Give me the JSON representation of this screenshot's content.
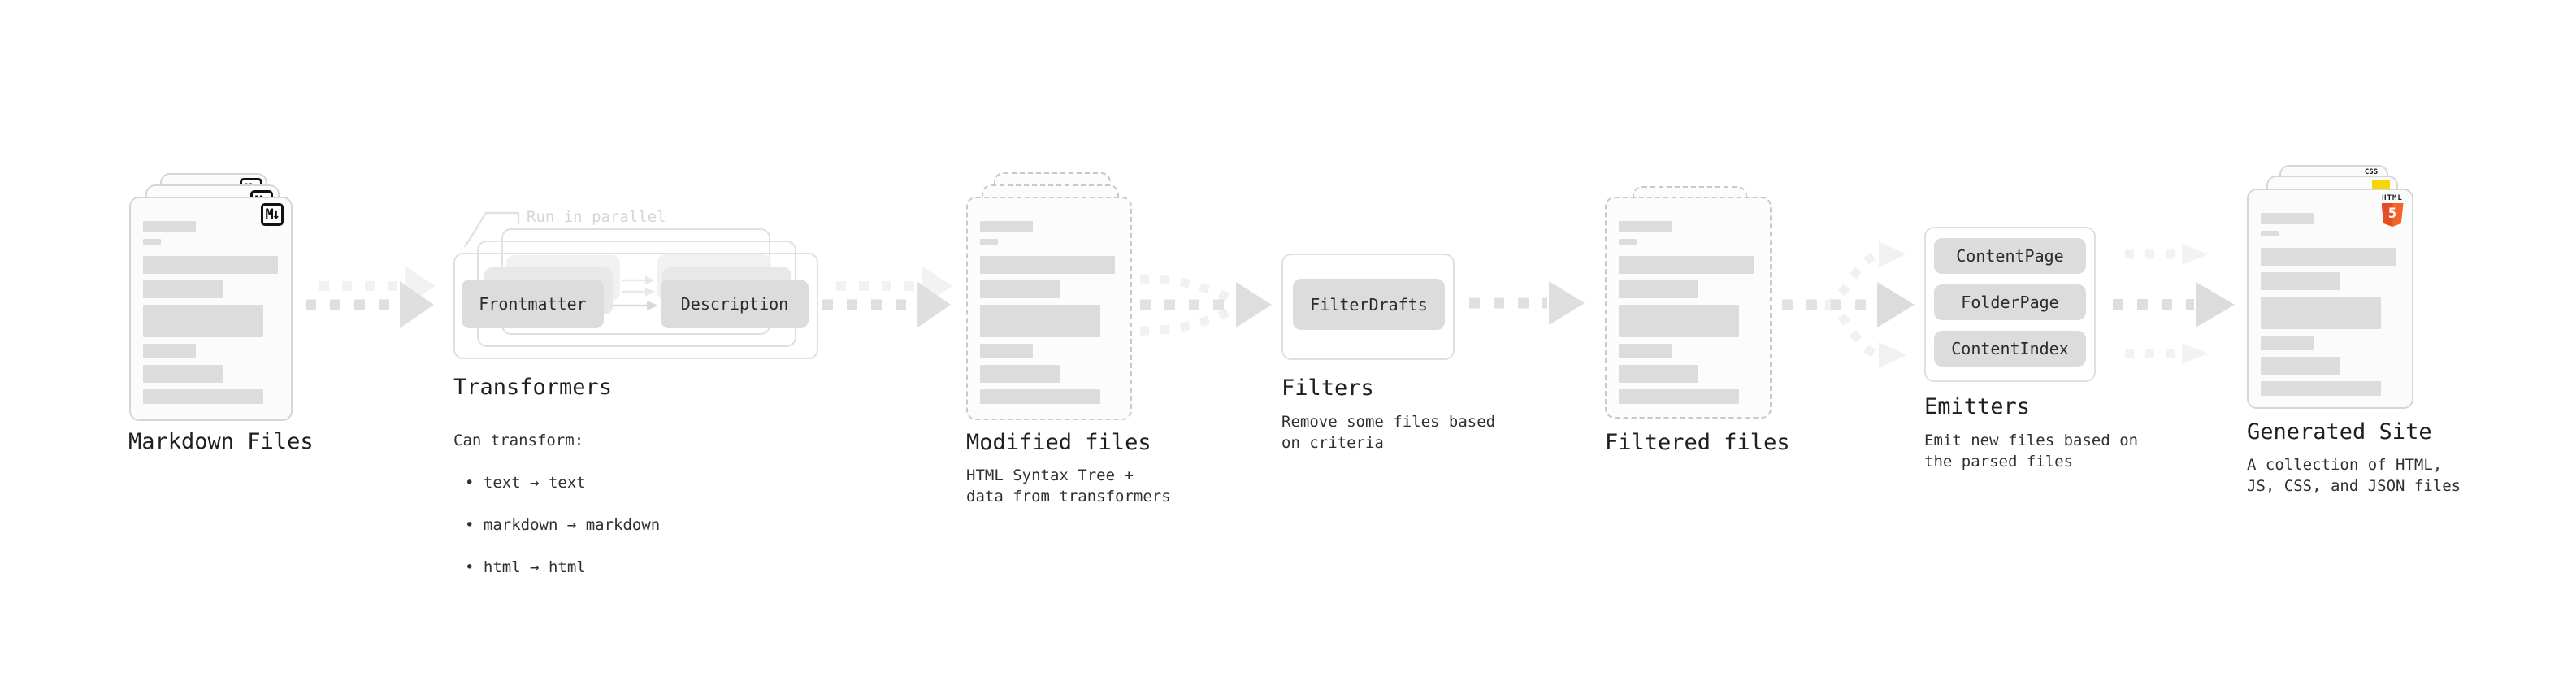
{
  "palette": {
    "background": "#ffffff",
    "heading_text": "#1f1f1f",
    "body_text": "#303030",
    "note_text": "#d6d6d6",
    "box_fill": "#dcdcdc",
    "card_border": "#d6d6d6",
    "dashed_border": "#c9c9c9",
    "arrow_dark": "#dfdfdf",
    "arrow_light": "#f2f2f2",
    "html5_orange": "#e44d26",
    "js_yellow": "#f5d800",
    "css_blue": "#2567e8"
  },
  "icons": {
    "markdown_badge": "M↓",
    "css_label": "CSS",
    "html_label": "HTML",
    "html_number": "5"
  },
  "stages": {
    "markdown": {
      "label": "Markdown Files"
    },
    "transformers": {
      "label": "Transformers",
      "note": "Run in parallel",
      "box_a": "Frontmatter",
      "box_b": "Description",
      "desc_title": "Can transform:",
      "bullets": [
        "• text → text",
        "• markdown → markdown",
        "• html → html"
      ]
    },
    "modified": {
      "label": "Modified files",
      "description": "HTML Syntax Tree +\ndata from transformers"
    },
    "filters": {
      "label": "Filters",
      "box": "FilterDrafts",
      "description": "Remove some files based\non criteria"
    },
    "filtered": {
      "label": "Filtered files"
    },
    "emitters": {
      "label": "Emitters",
      "boxes": [
        "ContentPage",
        "FolderPage",
        "ContentIndex"
      ],
      "description": "Emit new files based on\nthe parsed files"
    },
    "generated": {
      "label": "Generated Site",
      "description": "A collection of HTML,\nJS, CSS, and JSON files"
    }
  }
}
